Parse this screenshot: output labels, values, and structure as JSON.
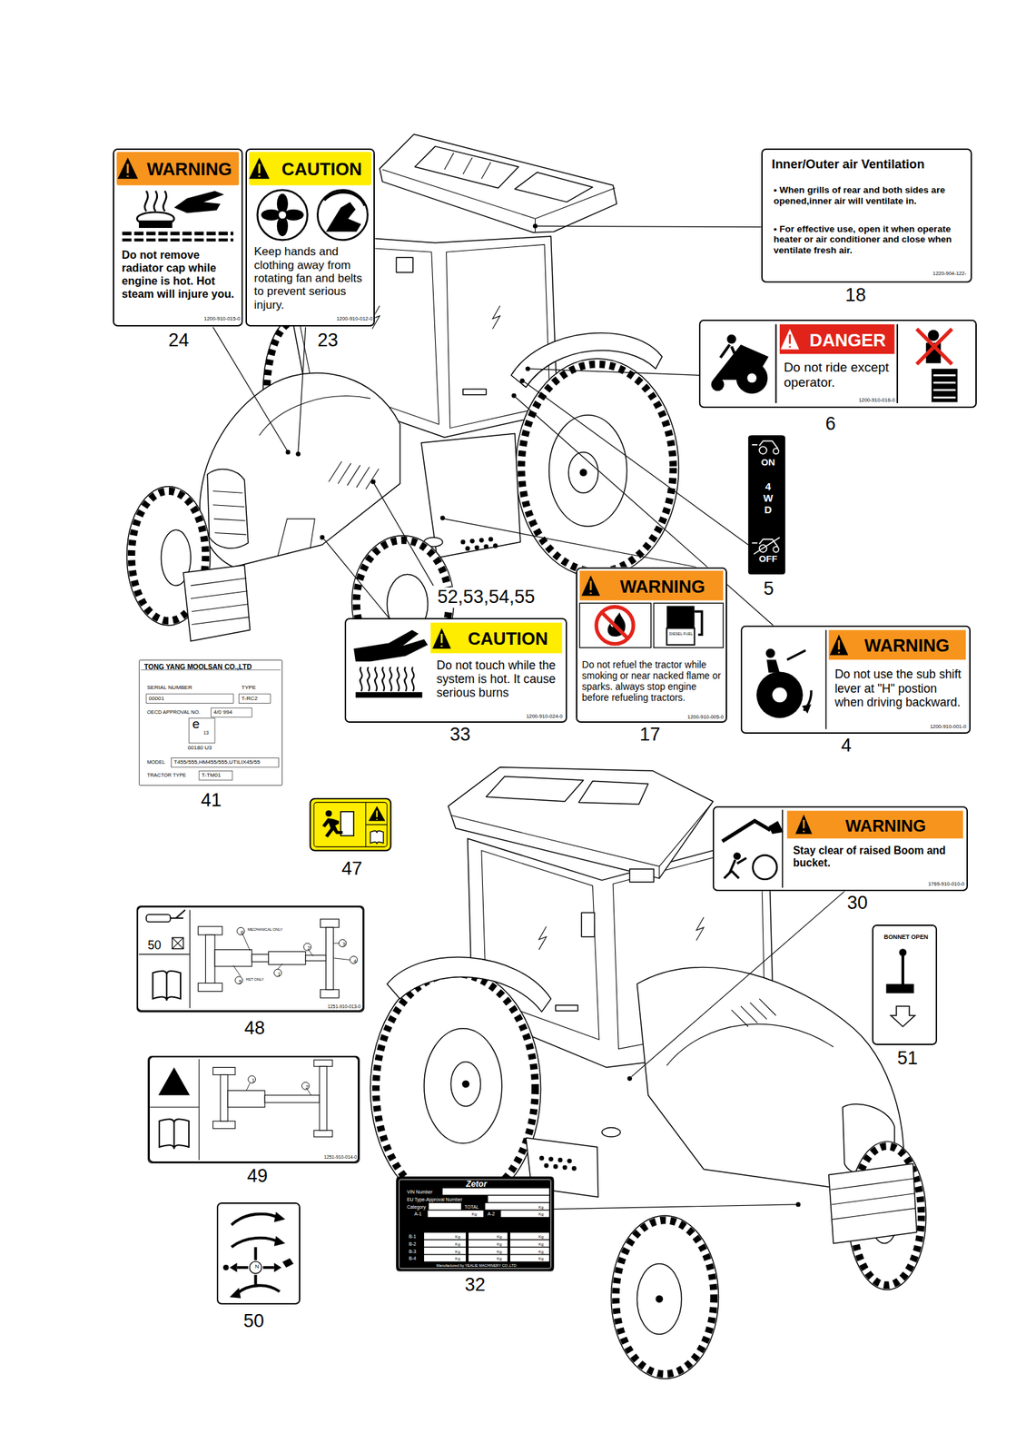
{
  "diagram": {
    "nodes": [
      {
        "text": [
          "WARNING",
          "Do not remove radiator cap while engine is hot. Hot steam will injure you.",
          "1200-910-015-0"
        ]
      },
      {
        "text": [
          "CAUTION",
          "Keep hands and clothing away from rotating fan and belts to prevent serious injury.",
          "1200-910-012-0"
        ]
      },
      {
        "text": [
          "Inner/Outer air Ventilation",
          "• When grills of rear and both sides are opened,inner air will ventilate in.",
          "• For effective use, open it when operate heater or air conditioner and close when ventilate fresh air.",
          "1220-904-122-"
        ]
      },
      {
        "text": [
          "DANGER",
          "Do not ride except operator.",
          "1200-910-016-0"
        ]
      },
      {
        "text": [
          "ON",
          "4 W D",
          "OFF"
        ]
      },
      {
        "text": [
          "CAUTION",
          "Do not touch while the system is hot. It cause serious burns",
          "1200-910-024-0"
        ]
      },
      {
        "text": [
          "WARNING",
          "DIESEL FUEL",
          "Do not refuel the tractor while smoking or near nacked flame or sparks. always stop engine before refueling tractors.",
          "1200-910-005-0"
        ]
      },
      {
        "text": [
          "WARNING",
          "Do not use the sub shift lever at \"H\" postion when driving backward.",
          "1200-910-001-0"
        ]
      },
      {
        "text": [
          "TONG YANG MOOLSAN CO.,LTD",
          "SERIAL NUMBER",
          "TYPE",
          "00001",
          "T-RC2",
          "OECD APPROVAL NO.",
          "4/0 994",
          "e",
          "13",
          "00180 U3",
          "MODEL",
          "T455/555,HM455/555,UTILIX45/55",
          "TRACTOR TYPE",
          "T-TM01"
        ]
      },
      {
        "text": [
          "WARNING",
          "Stay clear of raised Boom and bucket.",
          "1769-910-010-0"
        ]
      },
      {
        "text": [
          "50",
          "6",
          "MECHANICAL ONLY",
          "5",
          "HST ONLY",
          "1",
          "2",
          "3",
          "4",
          "1251-910-013-0"
        ]
      },
      {
        "text": [
          "BONNET OPEN"
        ]
      },
      {
        "text": [
          "1",
          "2",
          "1251-910-014-0"
        ]
      },
      {
        "text": [
          "N"
        ]
      },
      {
        "text": [
          "Zetor",
          "VIN Number",
          "EU Type-Approval Number",
          "Category",
          "TOTAL",
          "Kg",
          "A-1",
          "Kg",
          "A-2",
          "Kg",
          "B-1",
          "Kg",
          "Kg",
          "Kg",
          "B-2",
          "Kg",
          "Kg",
          "Kg",
          "B-3",
          "Kg",
          "Kg",
          "Kg",
          "B-4",
          "Kg",
          "Kg",
          "Kg",
          "Manufactured by YEALIE MACHINERY CO.,LTD"
        ]
      }
    ],
    "labels": [
      "24",
      "23",
      "18",
      "6",
      "5",
      "52,53,54,55",
      "33",
      "17",
      "4",
      "41",
      "47",
      "30",
      "48",
      "51",
      "49",
      "50",
      "32"
    ]
  }
}
